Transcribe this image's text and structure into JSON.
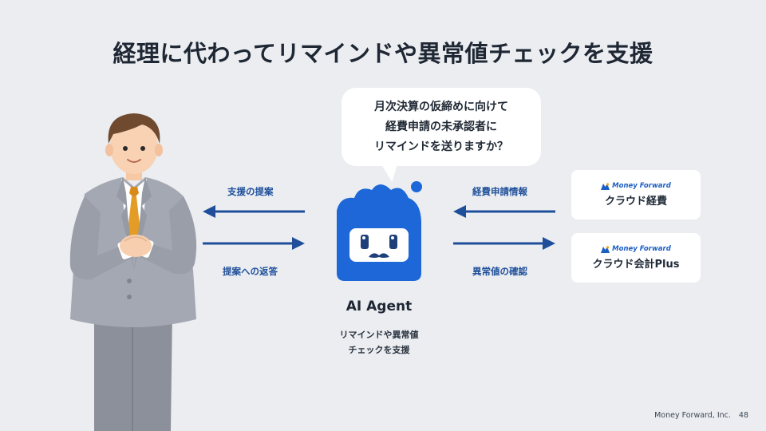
{
  "title": "経理に代わってリマインドや異常値チェックを支援",
  "bubble": {
    "lines": [
      "月次決算の仮締めに向けて",
      "経費申請の未承認者に",
      "リマインドを送りますか？"
    ]
  },
  "agent": {
    "name": "AI Agent",
    "description_lines": [
      "リマインドや異常値",
      "チェックを支援"
    ]
  },
  "left_flows": {
    "top_label": "支援の提案",
    "bottom_label": "提案への返答"
  },
  "right_flows": {
    "top_label": "経費申請情報",
    "bottom_label": "異常値の確認"
  },
  "services": [
    {
      "logo_text": "Money Forward",
      "name": "クラウド経費"
    },
    {
      "logo_text": "Money Forward",
      "name": "クラウド会計Plus"
    }
  ],
  "footer": {
    "company": "Money Forward, Inc.",
    "page_number": "48"
  },
  "colors": {
    "accent_blue": "#1f4f9a",
    "agent_blue": "#1d67d8",
    "brand_blue": "#1c5fc4",
    "background": "#ebedf1"
  },
  "icons": {
    "person": "businessman-illustration",
    "agent": "robot-agent-icon",
    "logo": "money-forward-logo-icon"
  }
}
